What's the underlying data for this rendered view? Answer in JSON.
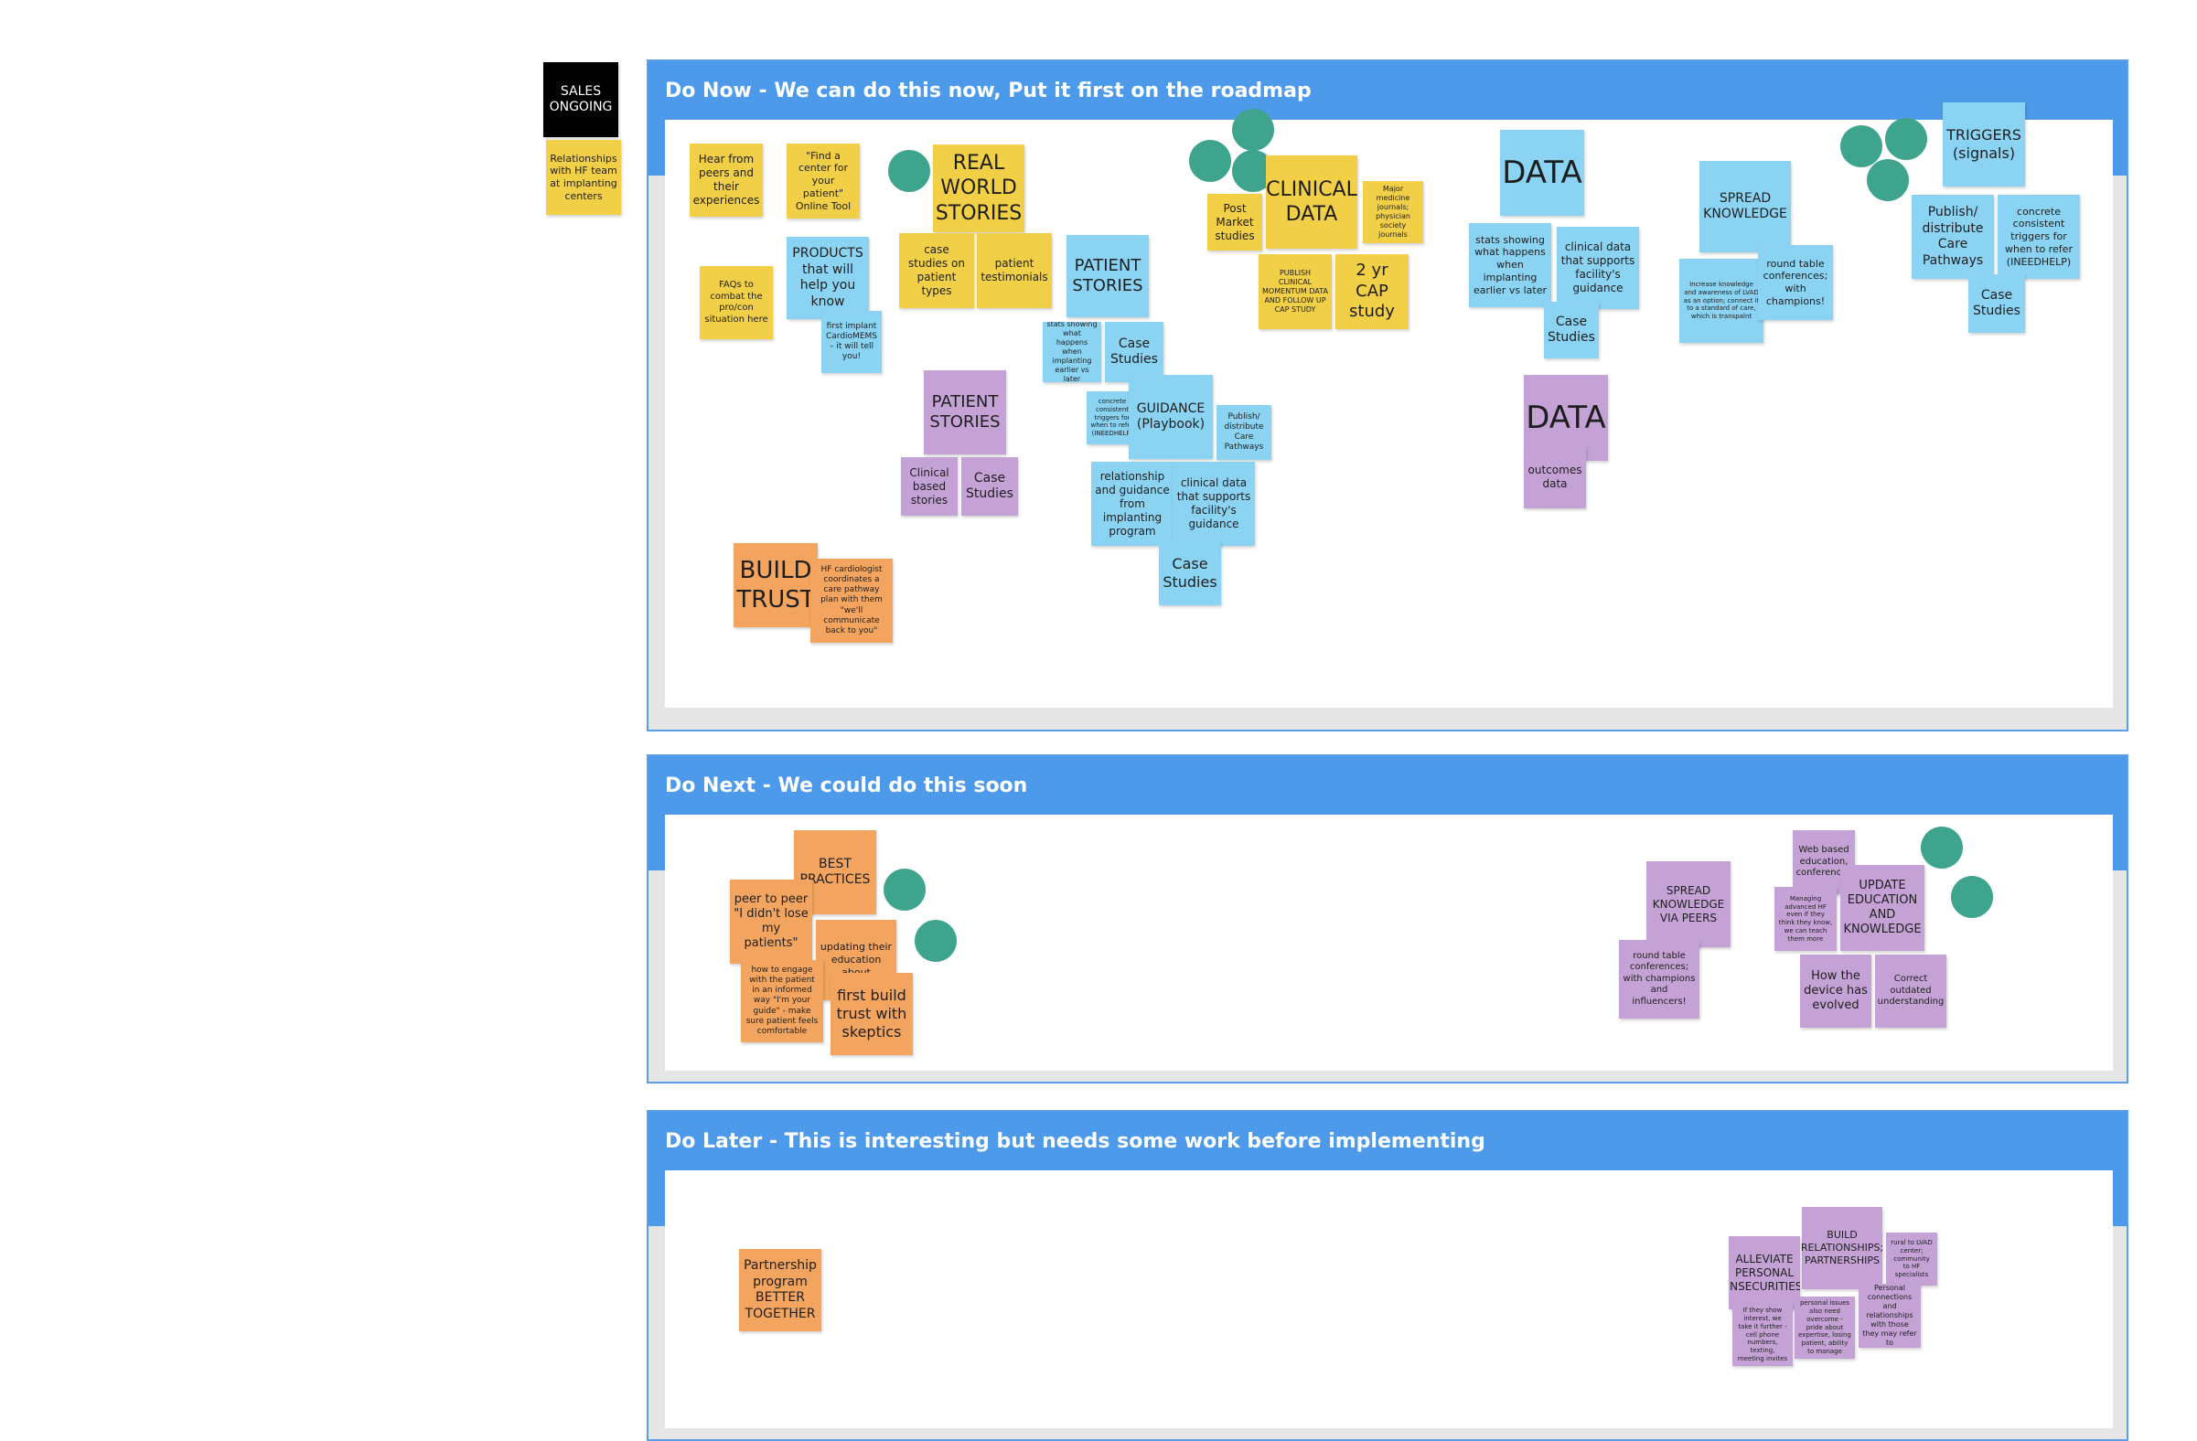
{
  "side": {
    "sales_label": "SALES ONGOING",
    "relationships_note": "Relationships with HF team at implanting centers"
  },
  "frames": {
    "now": {
      "title": "Do Now - We can do this now, Put it first on the roadmap"
    },
    "next": {
      "title": "Do Next  - We could do this soon"
    },
    "later": {
      "title": "Do Later - This is interesting but needs some work before implementing"
    }
  },
  "notes": {
    "hear_from_peers": "Hear from peers and their experiences",
    "find_center": "\"Find a center for your patient\" Online Tool",
    "faqs": "FAQs to combat the pro/con situation here",
    "products": "PRODUCTS that will help you know",
    "first_implant": "first implant CardioMEMS – it will tell you!",
    "real_world_stories": "REAL WORLD STORIES",
    "case_studies_patient_types": "case studies on patient types",
    "patient_testimonials": "patient testimonials",
    "patient_stories_purple": "PATIENT STORIES",
    "clinical_based_stories": "Clinical based stories",
    "case_studies_purple": "Case Studies",
    "build_trust": "BUILD TRUST",
    "hf_cardiologist": "HF cardiologist coordinates a care pathway plan with them \"we'll communicate back to you\"",
    "patient_stories_blue": "PATIENT STORIES",
    "stats_showing_small": "stats showing what happens when implanting earlier vs later",
    "case_studies_blue1": "Case Studies",
    "concrete_triggers_small": "concrete consistent triggers for when to refer (INEEDHELP)",
    "guidance_playbook": "GUIDANCE (Playbook)",
    "publish_distribute_small": "Publish/ distribute Care Pathways",
    "relationship_guidance": "relationship and guidance from implanting program",
    "clinical_data_supports": "clinical data that supports facility's guidance",
    "case_studies_blue2": "Case Studies",
    "post_market_studies": "Post Market studies",
    "clinical_data_yellow": "CLINICAL DATA",
    "major_medicine_journals": "Major medicine journals; physician society journals",
    "publish_clinical_momentum": "PUBLISH CLINICAL MOMENTUM DATA AND FOLLOW UP CAP STUDY",
    "two_yr_cap": "2 yr CAP study",
    "data_blue": "DATA",
    "stats_showing_data": "stats showing what happens when implanting earlier vs later",
    "clinical_data_data": "clinical data that supports facility's guidance",
    "case_studies_data": "Case Studies",
    "data_purple": "DATA",
    "outcomes_data": "outcomes data",
    "spread_knowledge": "SPREAD KNOWLEDGE",
    "increase_knowledge": "Increase knowledge and awareness of LVAD as an option; connect it to a standard of care, which is transpalnt",
    "round_table_blue": "round table conferences; with champions!",
    "triggers_signals": "TRIGGERS (signals)",
    "publish_distribute_pathways": "Publish/ distribute Care Pathways",
    "concrete_triggers": "concrete consistent triggers for when to refer (INEEDHELP)",
    "case_studies_triggers": "Case Studies",
    "best_practices": "BEST PRACTICES",
    "peer_to_peer": "peer to peer \"I didn't lose my patients\"",
    "updating_education": "updating their education about",
    "how_to_engage": "how to engage with the patient in an informed way \"I'm your guide\" - make sure patient feels comfortable",
    "first_build_trust": "first build trust with skeptics",
    "spread_knowledge_peers": "SPREAD KNOWLEDGE VIA PEERS",
    "round_table_purple": "round table conferences; with champions and influencers!",
    "web_based_education": "Web based education, conferences",
    "managing_advanced_hf": "Managing advanced HF even if they think they know, we can teach them more",
    "update_education": "UPDATE EDUCATION AND KNOWLEDGE",
    "how_device_evolved": "How the device has evolved",
    "correct_outdated": "Correct outdated understanding",
    "partnership_program": "Partnership program BETTER TOGETHER",
    "build_relationships": "BUILD RELATIONSHIPS; PARTNERSHIPS",
    "alleviate_insecurities": "ALLEVIATE PERSONAL INSECURITIES",
    "rural_to_lvad": "rural to LVAD center; community to HF specialists",
    "if_they_show_interest": "If they show interest, we take it further - cell phone numbers, texting, meeting invites",
    "personal_issues": "personal issues also need overcome - pride about expertise, losing patient, ability to manage",
    "personal_connections": "Personal connections and relationships with those they may refer to"
  },
  "colors": {
    "frame_blue": "#4c9ae9",
    "yellow": "#f1cf47",
    "blue": "#8bd3f2",
    "purple": "#c4a2d6",
    "orange": "#f3a45e",
    "teal_dot": "#3ea48e"
  }
}
